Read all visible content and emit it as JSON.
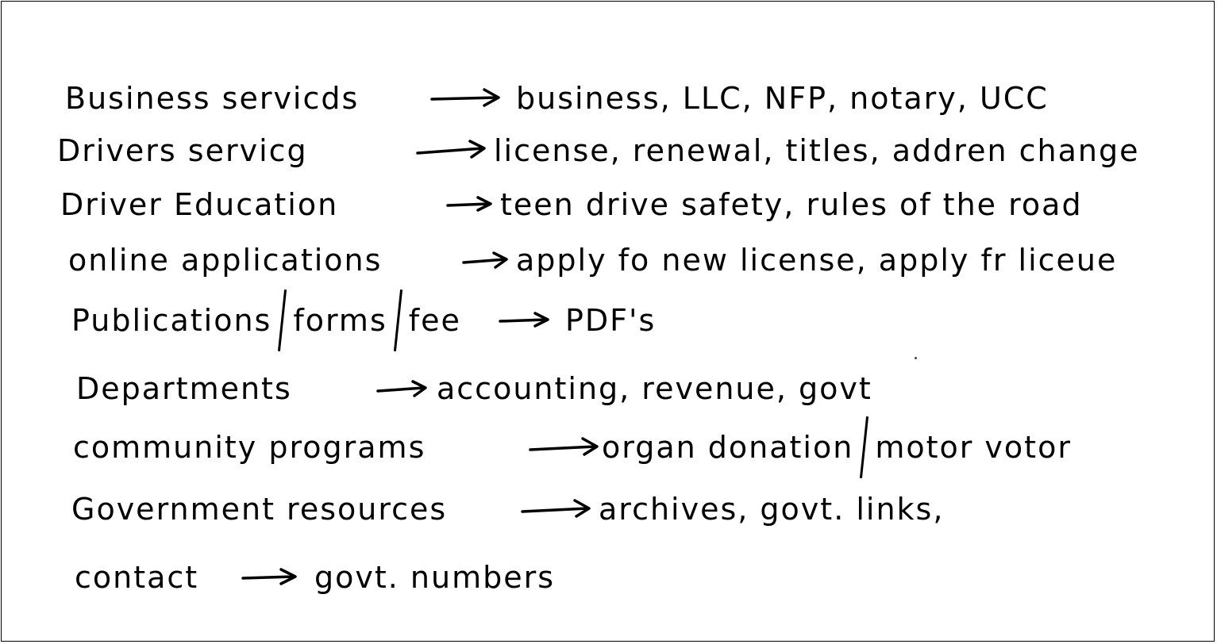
{
  "lines": [
    {
      "topic": "Business servicds",
      "detail": "business, LLC, NFP, notary, UCC"
    },
    {
      "topic": "Drivers servicg",
      "detail": "license, renewal, titles, addren change"
    },
    {
      "topic": "Driver Education",
      "detail": "teen drive safety, rules of the road"
    },
    {
      "topic": "online applications",
      "detail": "apply fo new license, apply fr liceue"
    },
    {
      "topic_parts": [
        "Publications",
        "forms",
        "fee"
      ],
      "detail": "PDF's"
    },
    {
      "topic": "Departments",
      "detail": "accounting, revenue, govt"
    },
    {
      "topic": "community programs",
      "detail_parts": [
        "organ donation",
        "motor votor"
      ]
    },
    {
      "topic": "Government resources",
      "detail": "archives, govt. links,"
    },
    {
      "topic": "contact",
      "detail": "govt. numbers"
    }
  ],
  "icons": {
    "arrow": "right-arrow-icon",
    "separator": "slash"
  },
  "colors": {
    "ink": "#000000",
    "paper": "#ffffff"
  }
}
